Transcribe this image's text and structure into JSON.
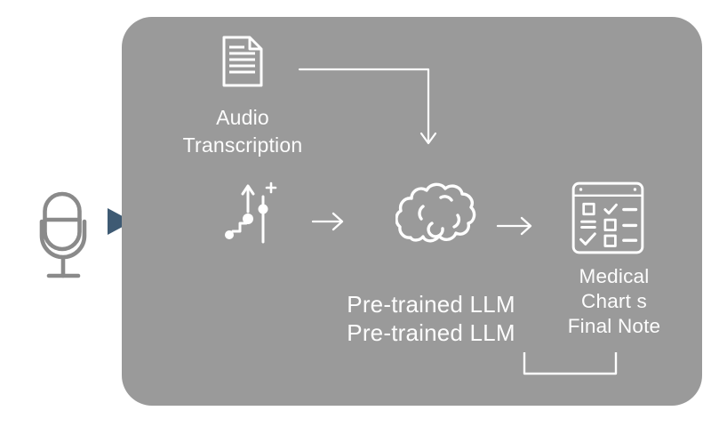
{
  "colors": {
    "background": "#ffffff",
    "panel": "#9a9a9a",
    "icon_white": "#ffffff",
    "text_white": "#fdfdfd",
    "mic_gray": "#8a8a8a",
    "flow_triangle": "#3e5a73"
  },
  "labels": {
    "transcription": {
      "line1": "Audio",
      "line2": "Transcription"
    },
    "llm": {
      "line1": "Pre-trained LLM",
      "line2": "Pre-trained LLM"
    },
    "output": {
      "line1": "Medical",
      "line2": "Chart s",
      "line3": "Final Note"
    }
  },
  "icons": {
    "input": "microphone-icon",
    "flow_in": "flow-triangle-icon",
    "transcription": "document-icon",
    "connector_top": "elbow-arrow-connector",
    "process": "fine-tuning-icon",
    "arrow1": "right-arrow-icon",
    "model": "brain-icon",
    "arrow2": "right-arrow-icon",
    "output": "medical-chart-icon",
    "connector_bottom": "bracket-connector"
  }
}
